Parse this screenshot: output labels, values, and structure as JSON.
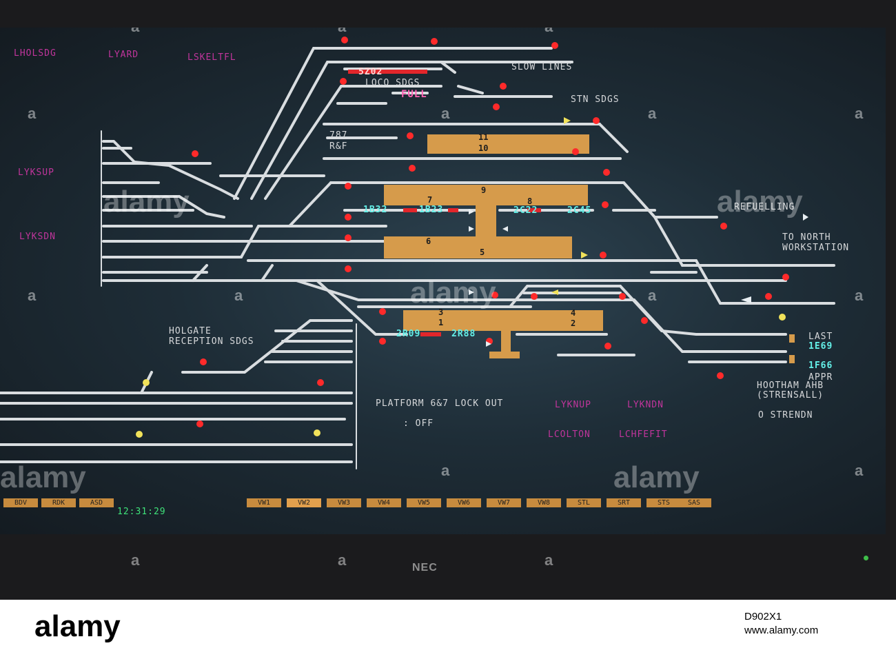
{
  "areas": {
    "top_left": [
      "LHOLSDG",
      "LYARD",
      "LSKELTFL"
    ],
    "left": [
      "LYKSUP",
      "LYKSDN"
    ],
    "bottom_mid": [
      "LYKNUP",
      "LYKNDN",
      "LCOLTON",
      "LCHFEFIT"
    ]
  },
  "yard_labels": {
    "slow_lines": "SLOW LINES",
    "loco_sdgs": "LOCO SDGS",
    "stn_sdgs": "STN SDGS",
    "r_and_f_code": "787",
    "r_and_f": "R&F",
    "holgate_l1": "HOLGATE",
    "holgate_l2": "RECEPTION SDGS",
    "to_north_l1": "TO NORTH",
    "to_north_l2": "WORKSTATION",
    "refuelling": "REFUELLING",
    "last": "LAST",
    "appr": "APPR",
    "strensall_l1": "HOOTHAM AHB",
    "strensall_l2": "(STRENSALL)",
    "strendn": "O STRENDN",
    "lock_out": "PLATFORM 6&7 LOCK OUT",
    "lock_state": ": OFF"
  },
  "berths": {
    "top": "5Z02",
    "full": "FULL",
    "p1": "1B32",
    "p2": "1B23",
    "p3": "2C22",
    "p4": "2C45",
    "p5": "2R09",
    "p6": "2R88",
    "e1": "1E69",
    "e2": "1F66"
  },
  "platforms": [
    "11",
    "10",
    "7",
    "9",
    "8",
    "6",
    "5",
    "3",
    "1",
    "4",
    "2"
  ],
  "toolbar": {
    "left_buttons": [
      "BDV",
      "RDK",
      "ASD"
    ],
    "buttons": [
      "VW1",
      "VW2",
      "VW3",
      "VW4",
      "VW5",
      "VW6",
      "VW7",
      "VW8",
      "STL",
      "SRT",
      "STS",
      "SAS"
    ],
    "selected": "VW2"
  },
  "clock": "12:31:29",
  "monitor_brand": "NEC",
  "watermark": "alamy",
  "footer": {
    "logo": "alamy",
    "id_line1": "D902X1",
    "id_line2": "www.alamy.com"
  },
  "colors": {
    "track": "#d9dde0",
    "platform": "#d69b4b",
    "occupied": "#e2262b",
    "berth_text": "#64f0e8",
    "area_text": "#c0359c"
  }
}
